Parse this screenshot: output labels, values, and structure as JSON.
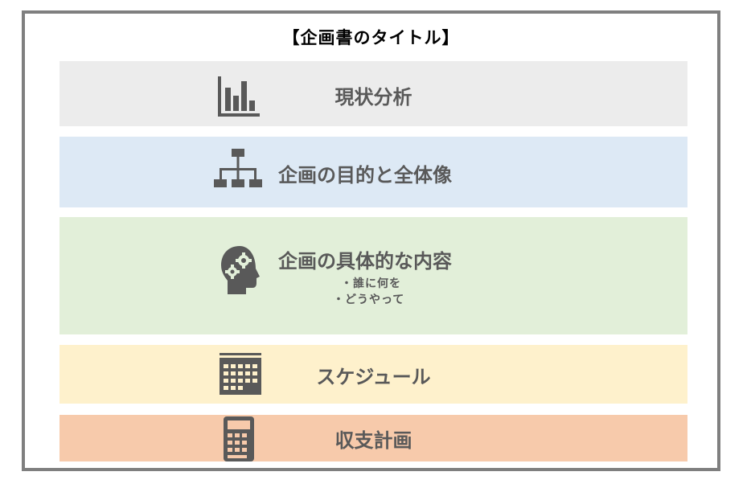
{
  "title": "【企画書のタイトル】",
  "sections": [
    {
      "label": "現状分析",
      "icon": "bar-chart-icon",
      "color": "#ececec"
    },
    {
      "label": "企画の目的と全体像",
      "icon": "org-chart-icon",
      "color": "#dde9f5"
    },
    {
      "label": "企画の具体的な内容",
      "icon": "head-gears-icon",
      "color": "#e2efd9",
      "sub": [
        "・誰に何を",
        "・どうやって"
      ]
    },
    {
      "label": "スケジュール",
      "icon": "calendar-icon",
      "color": "#fef1cc"
    },
    {
      "label": "収支計画",
      "icon": "calculator-icon",
      "color": "#f7caab"
    }
  ],
  "colors": {
    "frame": "#7f7f7f",
    "icon": "#595959",
    "text": "#595959"
  }
}
